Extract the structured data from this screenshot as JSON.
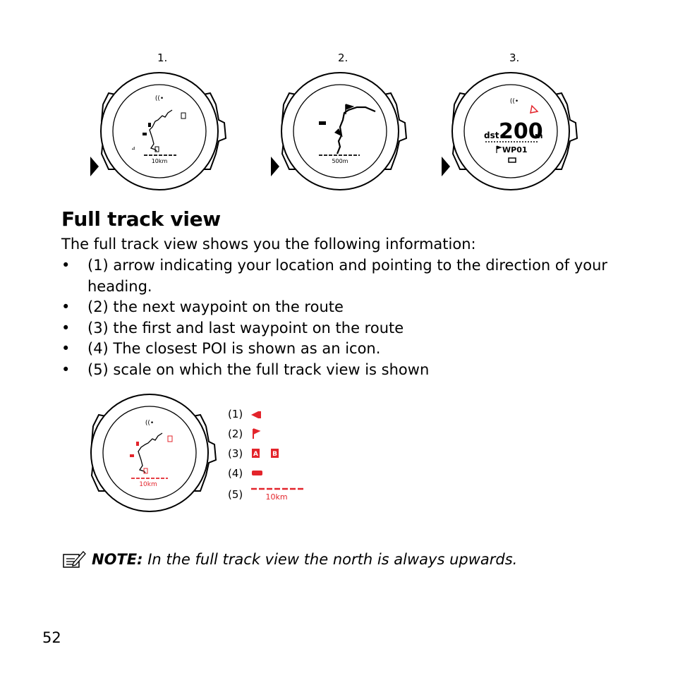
{
  "steps": [
    "1.",
    "2.",
    "3."
  ],
  "watch1": {
    "scale_label": "10km"
  },
  "watch2": {
    "scale_label": "500m"
  },
  "watch3": {
    "dst_label": "dst",
    "dst_value": "200",
    "dst_unit": "m",
    "waypoint": "WP01"
  },
  "section_title": "Full track view",
  "intro": "The full track view shows you the following information:",
  "bullet_char": "•",
  "bullets": [
    "(1) arrow indicating your location and pointing to the direction of your heading.",
    "(2) the next waypoint on the route",
    "(3) the first and last waypoint on the route",
    "(4) The closest POI is shown as an icon.",
    "(5) scale on which the full track view is shown"
  ],
  "diagram": {
    "scale_label": "10km"
  },
  "legend": [
    "(1)",
    "(2)",
    "(3)",
    "(4)",
    "(5)"
  ],
  "legend_scale_label": "10km",
  "note": {
    "label": "NOTE:",
    "text": "In the full track view the north is always upwards."
  },
  "page_number": "52",
  "colors": {
    "accent": "#e3242b",
    "text": "#000000"
  }
}
